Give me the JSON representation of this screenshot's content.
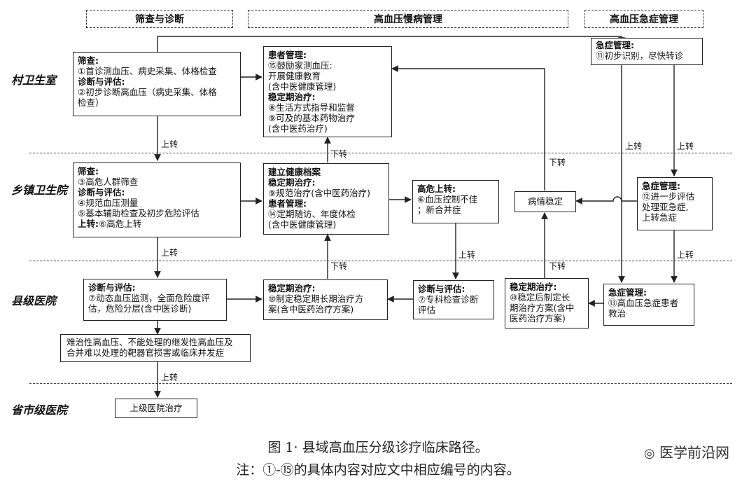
{
  "headers": {
    "screening": "筛查与诊断",
    "chronic": "高血压慢病管理",
    "emergency": "高血压急症管理"
  },
  "levels": {
    "village": "村卫生室",
    "township": "乡镇卫生院",
    "county": "县级医院",
    "provincial": "省市级医院"
  },
  "boxes": {
    "village_screen": {
      "t1": "筛查:",
      "l1": "①首诊测血压、病史采集、体格检查",
      "t2": "诊断与评估:",
      "l2": "②初步诊断高血压（病史采集、体格",
      "l3": "检查）"
    },
    "village_patient": {
      "t1": "患者管理:",
      "l1": "⑮鼓励家测血压:",
      "l2": "开展健康教育",
      "l3": "(含中医健康管理)",
      "t2": "稳定期治疗:",
      "l4": "⑧生活方式指导和监督",
      "l5": "⑨可及的基本药物治疗",
      "l6": "(含中医药治疗)"
    },
    "village_emerg": {
      "t1": "急症管理:",
      "l1": "⑪初步识别，尽快转诊"
    },
    "town_screen": {
      "t1": "筛查:",
      "l1": "③高危人群筛查",
      "t2": "诊断与评估:",
      "l2": "④规范血压测量",
      "l3": "⑤基本辅助检查及初步危险评估",
      "t3": "上转:",
      "l4": "⑥高危上转"
    },
    "town_record": {
      "t1": "建立健康档案",
      "t2": "稳定期治疗:",
      "l1": "⑨规范治疗(含中医药治疗)",
      "t3": "患者管理:",
      "l2": "⑭定期随访、年度体检",
      "l3": "(含中医健康管理)"
    },
    "town_highrisk": {
      "t1": "高危上转:",
      "l1": "⑥血压控制不佳",
      "l2": "；新合并症"
    },
    "town_stable": {
      "l1": "病情稳定"
    },
    "town_emerg": {
      "t1": "急症管理:",
      "l1": "⑫进一步评估",
      "l2": "处理亚急症,",
      "l3": "上转急症"
    },
    "county_diag": {
      "t1": "诊断与评估:",
      "l1": "⑦动态血压监测，全面危险度评",
      "l2": "估，危险分层(含中医诊断)"
    },
    "county_stable": {
      "t1": "稳定期治疗:",
      "l1": "⑩制定稳定期长期治疗方",
      "l2": "案(含中医药治疗方案)"
    },
    "county_special": {
      "t1": "诊断与评估:",
      "l1": "⑦专科检查诊断",
      "l2": "评估"
    },
    "county_stable2": {
      "t1": "稳定期治疗:",
      "l1": "⑩稳定后制定长",
      "l2": "期治疗方案(含中",
      "l3": "医药治疗方案)"
    },
    "county_emerg": {
      "t1": "急症管理:",
      "l1": "⑬高血压急症患者",
      "l2": "救治"
    },
    "refractory": {
      "l1": "难治性高血压、不能处理的继发性高血压及",
      "l2": "合并难以处理的靶器官损害或临床并发症"
    },
    "provincial": {
      "l1": "上级医院治疗"
    }
  },
  "arrow_labels": {
    "up": "上转",
    "down": "下转"
  },
  "caption": {
    "line1": "图 1· 县域高血压分级诊疗临床路径。",
    "line2": "注：①-⑮的具体内容对应文中相应编号的内容。"
  },
  "watermark": "医学前沿网"
}
